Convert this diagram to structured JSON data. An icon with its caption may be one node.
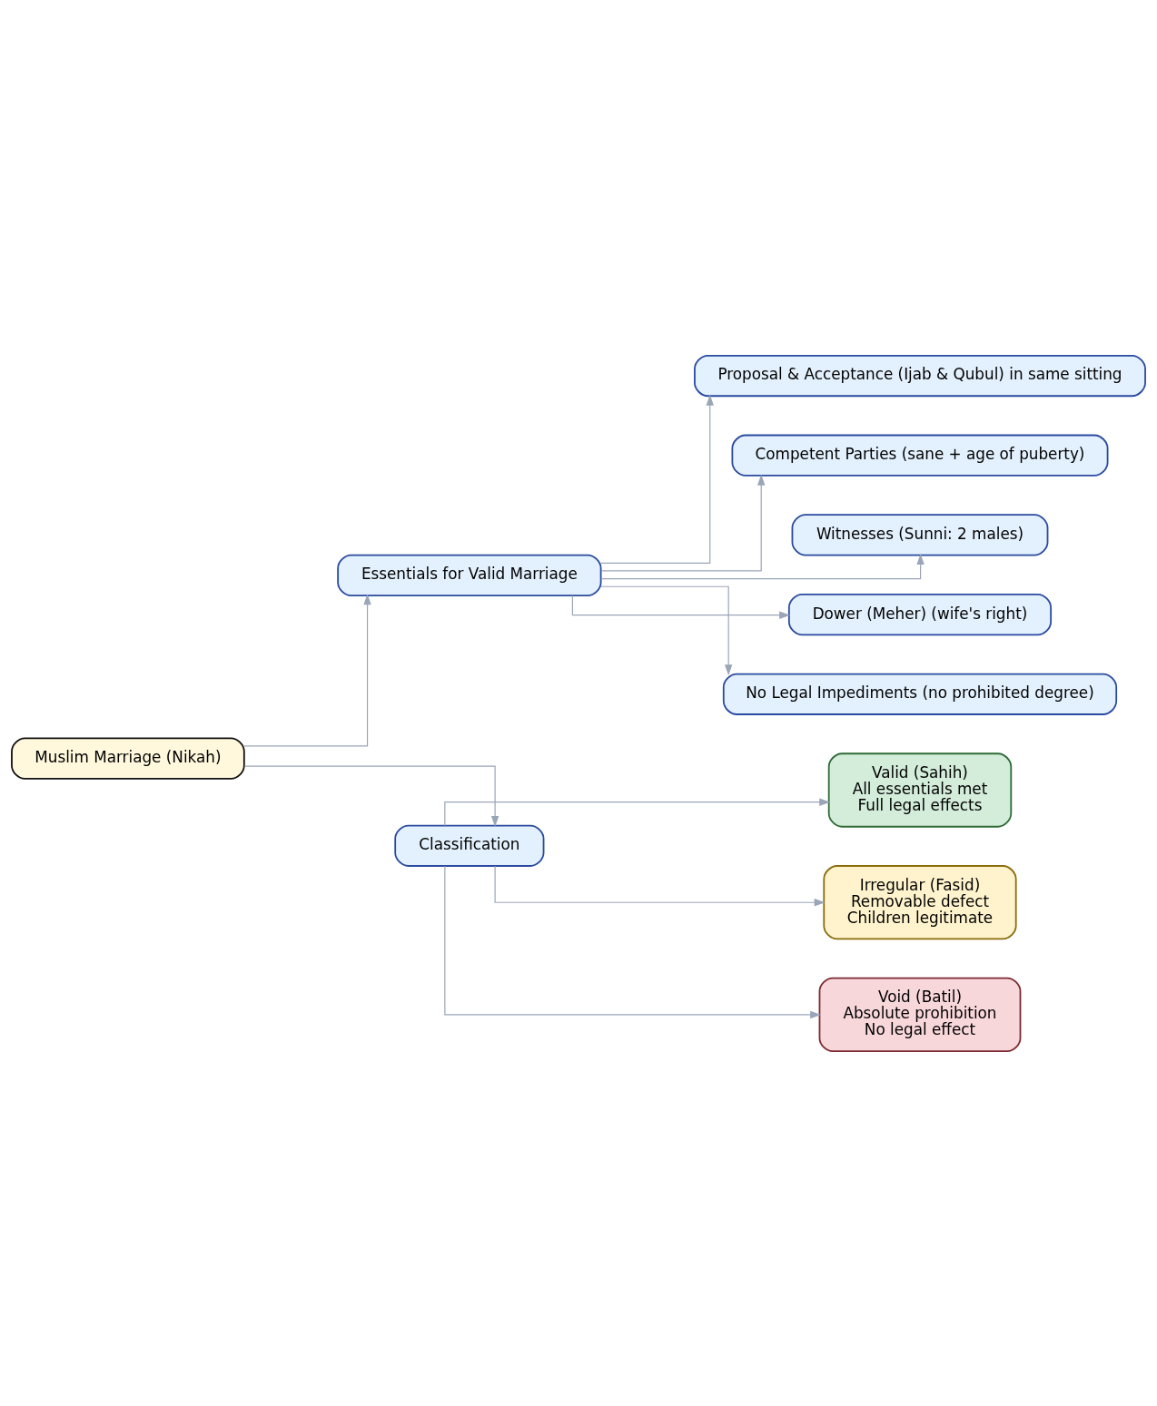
{
  "diagram": {
    "nodes": [
      {
        "text": [
          "Muslim Marriage (Nikah)"
        ]
      },
      {
        "text": [
          "Essentials for Valid Marriage"
        ]
      },
      {
        "text": [
          "Proposal & Acceptance (Ijab & Qubul) in same sitting"
        ]
      },
      {
        "text": [
          "Competent Parties (sane + age of puberty)"
        ]
      },
      {
        "text": [
          "Witnesses (Sunni: 2 males)"
        ]
      },
      {
        "text": [
          "Dower (Meher) (wife's right)"
        ]
      },
      {
        "text": [
          "No Legal Impediments (no prohibited degree)"
        ]
      },
      {
        "text": [
          "Classification"
        ]
      },
      {
        "text": [
          "Valid (Sahih)",
          "All essentials met",
          "Full legal effects"
        ]
      },
      {
        "text": [
          "Irregular (Fasid)",
          "Removable defect",
          "Children legitimate"
        ]
      },
      {
        "text": [
          "Void (Batil)",
          "Absolute prohibition",
          "No legal effect"
        ]
      }
    ],
    "edges": [
      {
        "from": 0,
        "to": 1,
        "arrow": "to"
      },
      {
        "from": 0,
        "to": 7,
        "arrow": "to"
      },
      {
        "from": 1,
        "to": 2,
        "arrow": "to"
      },
      {
        "from": 1,
        "to": 3,
        "arrow": "to"
      },
      {
        "from": 1,
        "to": 4,
        "arrow": "to"
      },
      {
        "from": 1,
        "to": 5,
        "arrow": "to"
      },
      {
        "from": 1,
        "to": 6,
        "arrow": "to"
      },
      {
        "from": 7,
        "to": 8,
        "arrow": "to"
      },
      {
        "from": 7,
        "to": 9,
        "arrow": "to"
      },
      {
        "from": 7,
        "to": 10,
        "arrow": "to"
      }
    ]
  }
}
